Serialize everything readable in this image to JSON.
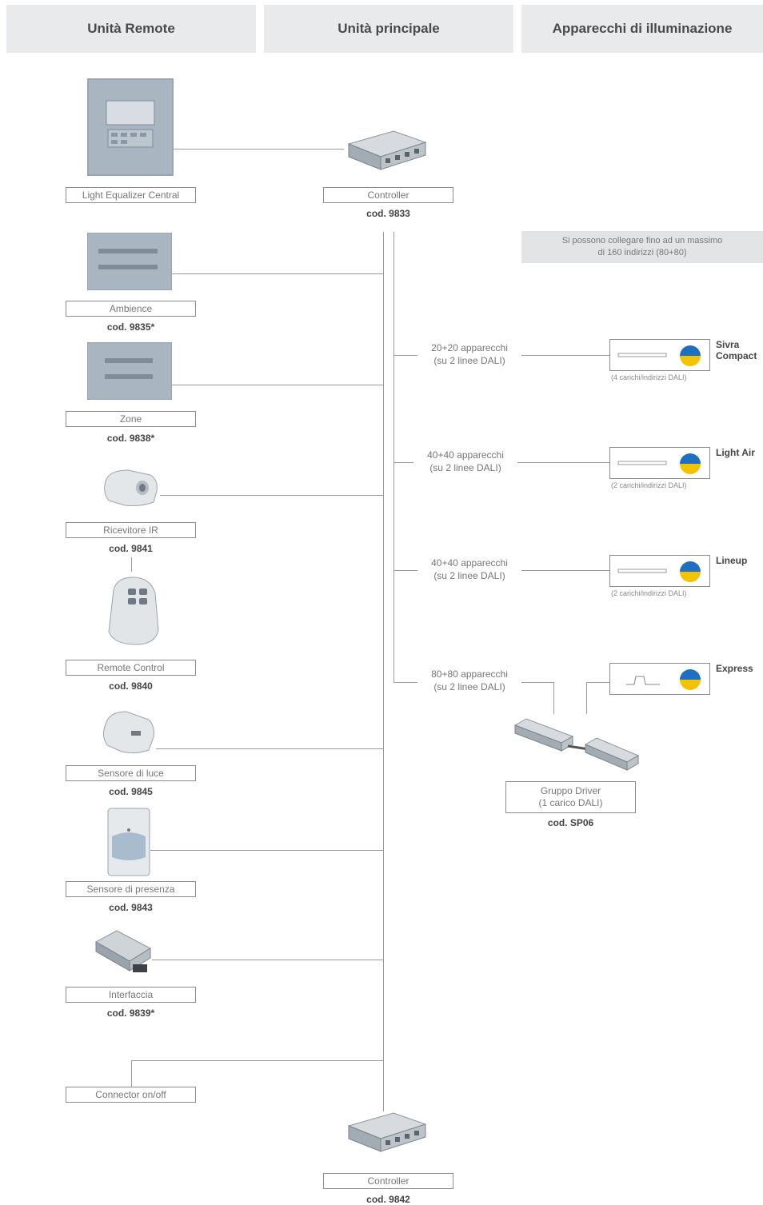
{
  "headers": {
    "remote": "Unità Remote",
    "main": "Unità principale",
    "fixtures": "Apparecchi di illuminazione"
  },
  "remote_units": [
    {
      "label": "Light Equalizer Central",
      "code": ""
    },
    {
      "label": "Ambience",
      "code": "cod. 9835*"
    },
    {
      "label": "Zone",
      "code": "cod. 9838*"
    },
    {
      "label": "Ricevitore IR",
      "code": "cod. 9841"
    },
    {
      "label": "Remote Control",
      "code": "cod. 9840"
    },
    {
      "label": "Sensore di luce",
      "code": "cod. 9845"
    },
    {
      "label": "Sensore di presenza",
      "code": "cod. 9843"
    },
    {
      "label": "Interfaccia",
      "code": "cod. 9839*"
    },
    {
      "label": "Connector on/off",
      "code": ""
    }
  ],
  "controllers": [
    {
      "label": "Controller",
      "code": "cod. 9833"
    },
    {
      "label": "Controller",
      "code": "cod. 9842"
    }
  ],
  "note": {
    "line1": "Si possono collegare fino ad un massimo",
    "line2": "di 160 indirizzi (80+80)"
  },
  "branches": [
    {
      "line1": "20+20 apparecchi",
      "line2": "(su 2 linee DALI)"
    },
    {
      "line1": "40+40 apparecchi",
      "line2": "(su 2 linee DALI)"
    },
    {
      "line1": "40+40 apparecchi",
      "line2": "(su 2 linee DALI)"
    },
    {
      "line1": "80+80 apparecchi",
      "line2": "(su 2 linee DALI)"
    }
  ],
  "fixtures": [
    {
      "name1": "Sivra",
      "name2": "Compact",
      "sub": "(4 carichi/indirizzi DALI)"
    },
    {
      "name1": "Light Air",
      "name2": "",
      "sub": "(2 carichi/indirizzi DALI)"
    },
    {
      "name1": "Lineup",
      "name2": "",
      "sub": "(2 carichi/indirizzi DALI)"
    },
    {
      "name1": "Express",
      "name2": "",
      "sub": ""
    }
  ],
  "driver": {
    "line1": "Gruppo Driver",
    "line2": "(1 carico DALI)",
    "code": "cod. SP06"
  },
  "colors": {
    "header_bg": "#e9eaeb",
    "line": "#9a9a9a",
    "device_blue": "#a8b6c3",
    "logo_blue": "#1f6fc0",
    "logo_yellow": "#f3c300"
  }
}
